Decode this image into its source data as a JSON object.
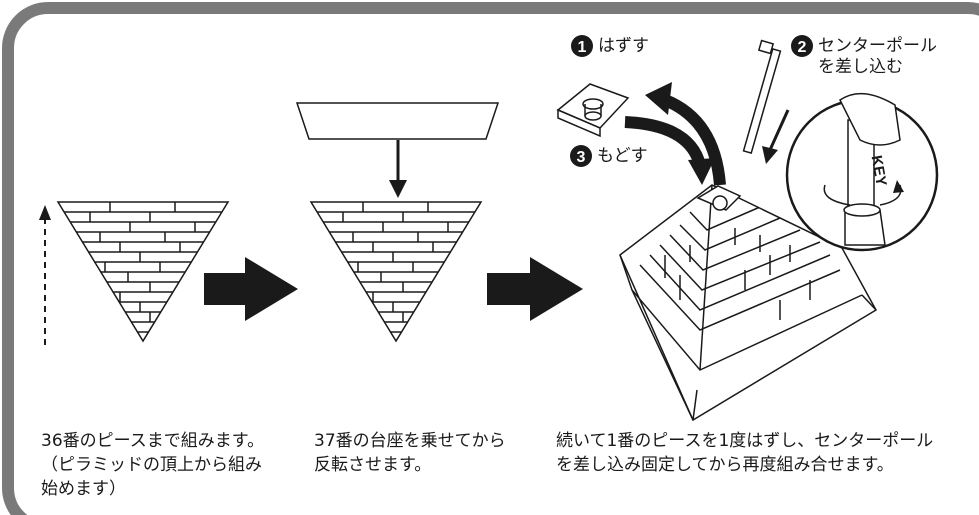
{
  "steps": [
    {
      "number": "1",
      "label": "はずす"
    },
    {
      "number": "2",
      "label": "センターポール\nを差し込む"
    },
    {
      "number": "3",
      "label": "もどす"
    }
  ],
  "key_label": "KEY",
  "captions": [
    "36番のピースまで組みます。\n（ピラミッドの頂上から組み\n 始めます）",
    "37番の台座を乗せてから\n反転させます。",
    "続いて1番のピースを1度はずし、センターポール\nを差し込み固定してから再度組み合せます。"
  ],
  "colors": {
    "frame": "#7a7a7a",
    "ink": "#1a1a1a",
    "circle_fill": "#1a1a1a"
  }
}
